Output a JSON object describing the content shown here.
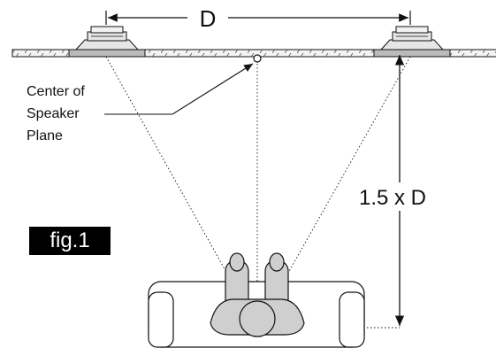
{
  "labels": {
    "distance": "D",
    "center_line1": "Center of",
    "center_line2": "Speaker",
    "center_line3": "Plane",
    "listening_distance": "1.5 x D",
    "figure": "fig.1"
  },
  "colors": {
    "line": "#111111",
    "seat_fill": "#cfcfcf",
    "ceiling_fill": "#e6e6e6",
    "figure_bg": "#000000",
    "figure_text": "#ffffff"
  },
  "icons": {
    "left_speaker": "ceiling-speaker-icon",
    "right_speaker": "ceiling-speaker-icon",
    "listener": "listener-on-sofa-icon"
  }
}
